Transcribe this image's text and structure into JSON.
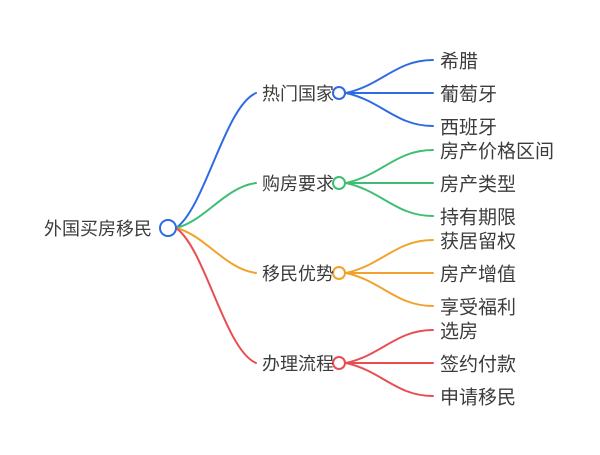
{
  "palette": {
    "blue": "#2e6be2",
    "green": "#3ebe73",
    "orange": "#f2a22c",
    "red": "#e84d50",
    "text": "#3c3c3c",
    "node_fill": "#ffffff"
  },
  "mindmap": {
    "root": {
      "label": "外国买房移民",
      "color": "#2e6be2"
    },
    "branches": [
      {
        "label": "热门国家",
        "color": "#2e6be2",
        "children": [
          {
            "label": "希腊"
          },
          {
            "label": "葡萄牙"
          },
          {
            "label": "西班牙"
          }
        ]
      },
      {
        "label": "购房要求",
        "color": "#3ebe73",
        "children": [
          {
            "label": "房产价格区间"
          },
          {
            "label": "房产类型"
          },
          {
            "label": "持有期限"
          }
        ]
      },
      {
        "label": "移民优势",
        "color": "#f2a22c",
        "children": [
          {
            "label": "获居留权"
          },
          {
            "label": "房产增值"
          },
          {
            "label": "享受福利"
          }
        ]
      },
      {
        "label": "办理流程",
        "color": "#e84d50",
        "children": [
          {
            "label": "选房"
          },
          {
            "label": "签约付款"
          },
          {
            "label": "申请移民"
          }
        ]
      }
    ]
  }
}
